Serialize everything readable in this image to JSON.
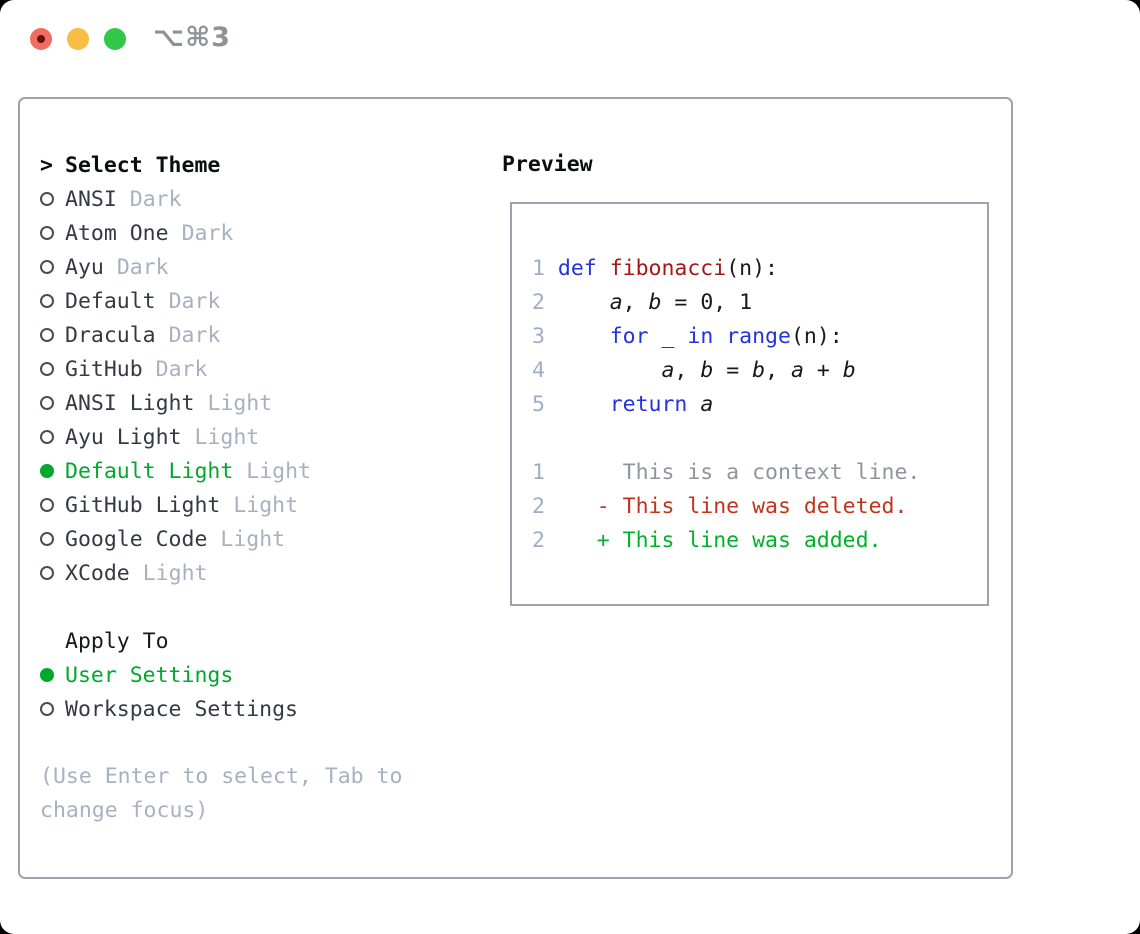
{
  "titlebar": {
    "shortcut": "⌥⌘3"
  },
  "theme_selector": {
    "prompt": ">",
    "title": "Select Theme",
    "items": [
      {
        "name": "ANSI",
        "variant": "Dark",
        "selected": false
      },
      {
        "name": "Atom One",
        "variant": "Dark",
        "selected": false
      },
      {
        "name": "Ayu",
        "variant": "Dark",
        "selected": false
      },
      {
        "name": "Default",
        "variant": "Dark",
        "selected": false
      },
      {
        "name": "Dracula",
        "variant": "Dark",
        "selected": false
      },
      {
        "name": "GitHub",
        "variant": "Dark",
        "selected": false
      },
      {
        "name": "ANSI Light",
        "variant": "Light",
        "selected": false
      },
      {
        "name": "Ayu Light",
        "variant": "Light",
        "selected": false
      },
      {
        "name": "Default Light",
        "variant": "Light",
        "selected": true
      },
      {
        "name": "GitHub Light",
        "variant": "Light",
        "selected": false
      },
      {
        "name": "Google Code",
        "variant": "Light",
        "selected": false
      },
      {
        "name": "XCode",
        "variant": "Light",
        "selected": false
      }
    ]
  },
  "apply_to": {
    "title": "Apply To",
    "options": [
      {
        "name": "User Settings",
        "selected": true
      },
      {
        "name": "Workspace Settings",
        "selected": false
      }
    ]
  },
  "hint": "(Use Enter to select, Tab to change focus)",
  "preview": {
    "title": "Preview",
    "lines": [
      {
        "num": "1",
        "cls": "",
        "tokens": [
          {
            "t": "def",
            "c": "kw"
          },
          {
            "t": " ",
            "c": ""
          },
          {
            "t": "fibonacci",
            "c": "fn"
          },
          {
            "t": "(n):",
            "c": ""
          }
        ]
      },
      {
        "num": "2",
        "cls": "",
        "tokens": [
          {
            "t": "    ",
            "c": ""
          },
          {
            "t": "a",
            "c": "var"
          },
          {
            "t": ", ",
            "c": ""
          },
          {
            "t": "b",
            "c": "var"
          },
          {
            "t": " = 0, 1",
            "c": ""
          }
        ]
      },
      {
        "num": "3",
        "cls": "",
        "tokens": [
          {
            "t": "    ",
            "c": ""
          },
          {
            "t": "for",
            "c": "kw"
          },
          {
            "t": " _ ",
            "c": ""
          },
          {
            "t": "in",
            "c": "kw"
          },
          {
            "t": " ",
            "c": ""
          },
          {
            "t": "range",
            "c": "kw"
          },
          {
            "t": "(n):",
            "c": ""
          }
        ]
      },
      {
        "num": "4",
        "cls": "",
        "tokens": [
          {
            "t": "        ",
            "c": ""
          },
          {
            "t": "a",
            "c": "var"
          },
          {
            "t": ", ",
            "c": ""
          },
          {
            "t": "b",
            "c": "var"
          },
          {
            "t": " = ",
            "c": ""
          },
          {
            "t": "b",
            "c": "var"
          },
          {
            "t": ", ",
            "c": ""
          },
          {
            "t": "a",
            "c": "var"
          },
          {
            "t": " + ",
            "c": ""
          },
          {
            "t": "b",
            "c": "var"
          }
        ]
      },
      {
        "num": "5",
        "cls": "",
        "tokens": [
          {
            "t": "    ",
            "c": ""
          },
          {
            "t": "return",
            "c": "kw"
          },
          {
            "t": " ",
            "c": ""
          },
          {
            "t": "a",
            "c": "var"
          }
        ]
      },
      {
        "num": "",
        "cls": "",
        "tokens": []
      },
      {
        "num": "1",
        "cls": "ctx",
        "tokens": [
          {
            "t": "     This is a context line.",
            "c": ""
          }
        ]
      },
      {
        "num": "2",
        "cls": "del",
        "tokens": [
          {
            "t": "   - This line was deleted.",
            "c": ""
          }
        ]
      },
      {
        "num": "2",
        "cls": "add",
        "tokens": [
          {
            "t": "   + This line was added.",
            "c": ""
          }
        ]
      }
    ]
  },
  "colors": {
    "selection_green": "#00a82d",
    "keyword_blue": "#2433db",
    "function_red": "#a61717",
    "deleted_red": "#c2331c",
    "added_green": "#00b22a",
    "context_gray": "#8f959c",
    "line_number_gray": "#9fadc6",
    "variant_gray": "#a7b1bf",
    "border_gray": "#9aa3ae",
    "traffic_red": "#f26c5f",
    "traffic_yellow": "#f7bd45",
    "traffic_green": "#33c748"
  }
}
